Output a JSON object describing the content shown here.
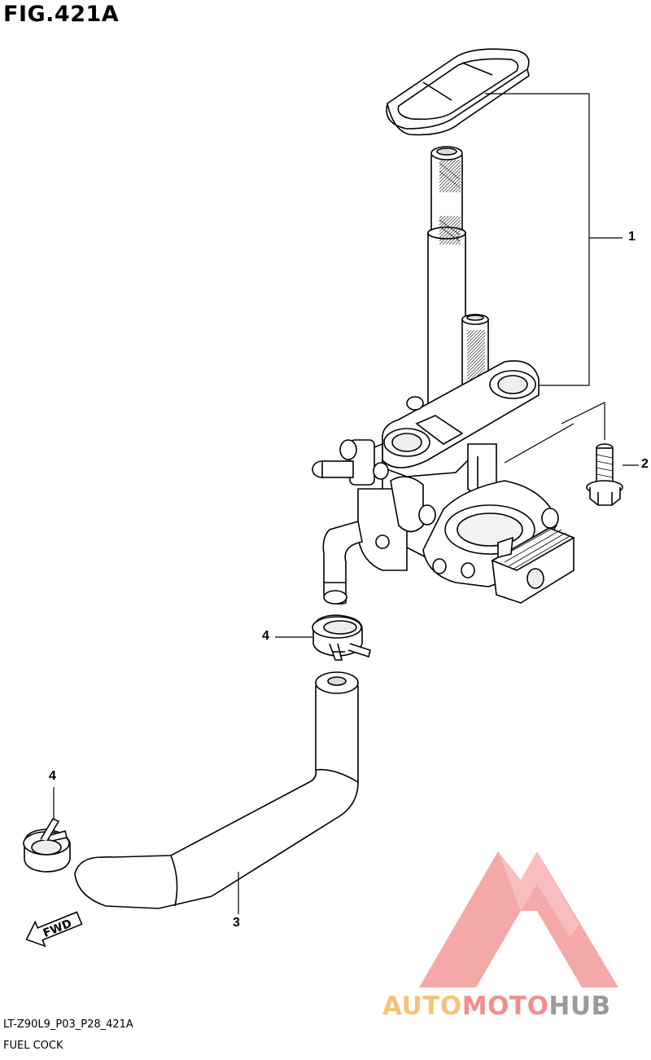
{
  "figure": {
    "title": "FIG.421A"
  },
  "callouts": {
    "fuel_cock": "1",
    "bolt": "2",
    "fuel_hose": "3",
    "clamp_upper": "4",
    "clamp_lower": "4"
  },
  "footer": {
    "code": "LT-Z90L9_P03_P28_421A",
    "caption": "FUEL COCK"
  },
  "watermark": {
    "part_a": "AUTO",
    "part_b": "MOTO",
    "part_c": "HUB",
    "colors": {
      "auto": "#f6c27a",
      "moto": "#f18f8f",
      "hub": "#9a9a9a",
      "logo": "#f28b8b"
    }
  },
  "fwd_label": "FWD"
}
